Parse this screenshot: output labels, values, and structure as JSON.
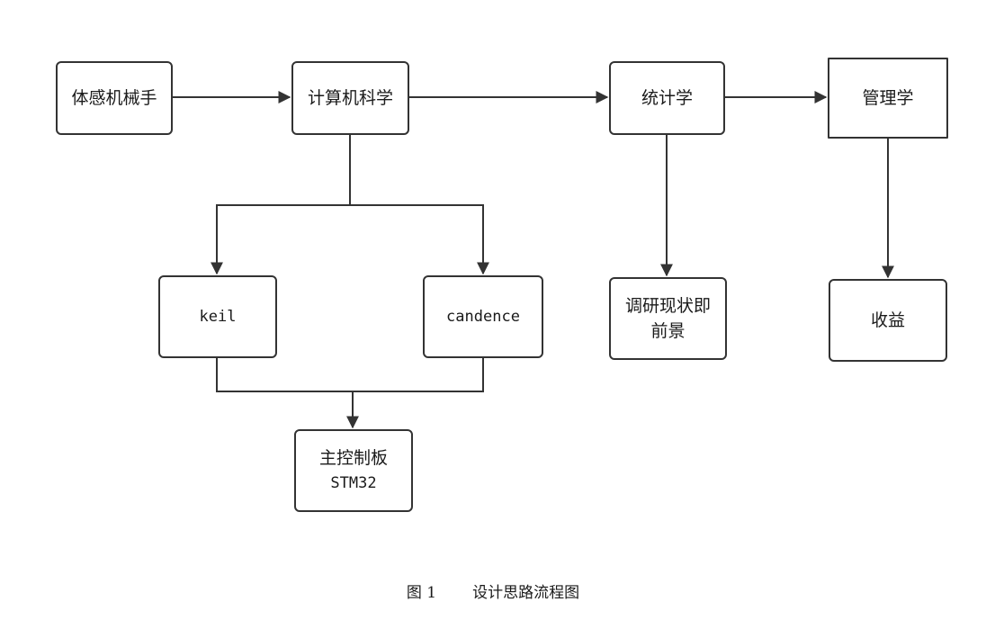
{
  "nodes": {
    "haptic_arm": "体感机械手",
    "computer_science": "计算机科学",
    "statistics": "统计学",
    "management": "管理学",
    "keil": "keil",
    "candence": "candence",
    "survey": "调研现状即前景",
    "revenue": "收益",
    "main_board_line1": "主控制板",
    "main_board_line2": "STM32"
  },
  "caption": {
    "figure_number": "图 1",
    "title": "设计思路流程图"
  },
  "colors": {
    "stroke": "#333333",
    "background": "#ffffff"
  }
}
